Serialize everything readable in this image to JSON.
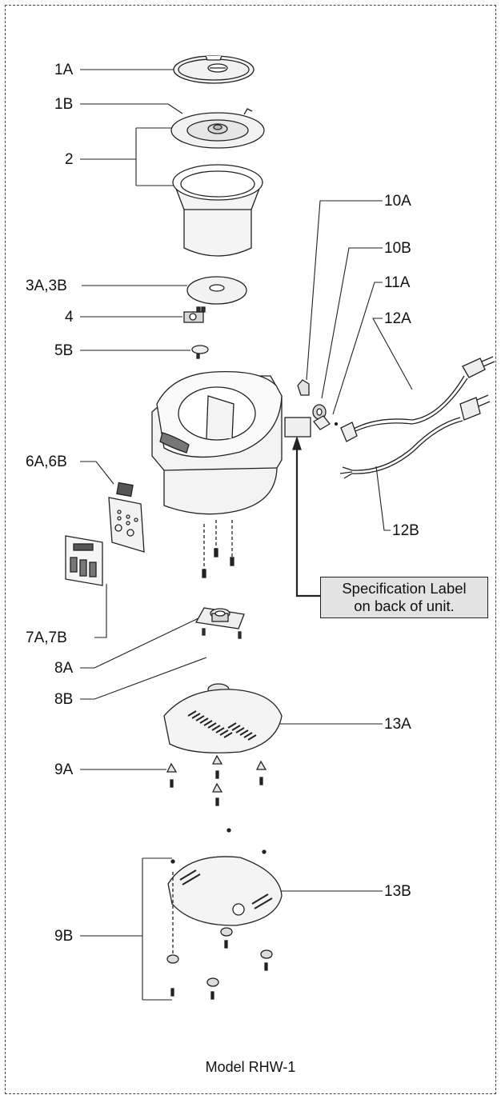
{
  "diagram": {
    "callouts": {
      "c1A": "1A",
      "c1B": "1B",
      "c2": "2",
      "c3A3B": "3A,3B",
      "c4": "4",
      "c5B": "5B",
      "c6A6B": "6A,6B",
      "c7A7B": "7A,7B",
      "c8A": "8A",
      "c8B": "8B",
      "c9A": "9A",
      "c9B": "9B",
      "c10A": "10A",
      "c10B": "10B",
      "c11A": "11A",
      "c12A": "12A",
      "c12B": "12B",
      "c13A": "13A",
      "c13B": "13B"
    },
    "spec_label": {
      "line1": "Specification Label",
      "line2": "on back of unit."
    },
    "model": "Model RHW-1"
  }
}
